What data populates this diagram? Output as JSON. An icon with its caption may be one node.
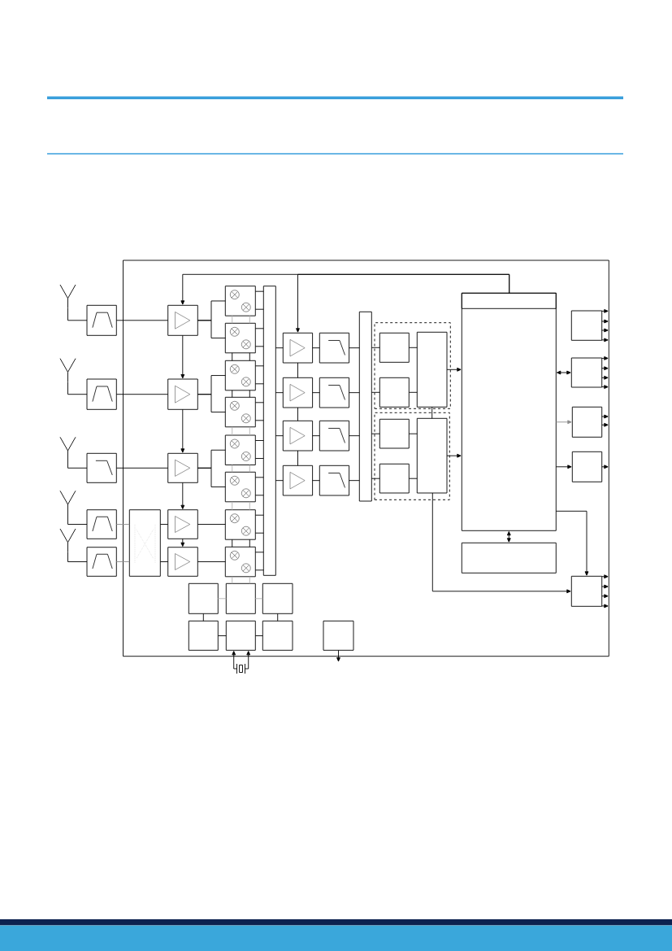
{
  "diagram": {
    "nodes": [
      {
        "text": [],
        "shape": "box"
      },
      {
        "text": [],
        "shape": "picture"
      },
      {
        "text": [],
        "shape": "picture"
      },
      {
        "text": [],
        "shape": "picture"
      },
      {
        "text": [],
        "shape": "picture"
      },
      {
        "text": [],
        "shape": "picture"
      },
      {
        "text": [],
        "shape": "box"
      },
      {
        "text": [],
        "shape": "box"
      },
      {
        "text": [],
        "shape": "box"
      },
      {
        "text": [],
        "shape": "box"
      },
      {
        "text": [],
        "shape": "box"
      },
      {
        "text": [],
        "shape": "box",
        "in": 0
      },
      {
        "text": [],
        "shape": "box",
        "in": 0
      },
      {
        "text": [],
        "shape": "box",
        "in": 0
      },
      {
        "text": [],
        "shape": "box",
        "in": 0
      },
      {
        "text": [],
        "shape": "box",
        "in": 0
      },
      {
        "text": [],
        "shape": "box",
        "in": 0
      },
      {
        "text": [],
        "shape": "box",
        "in": 0
      },
      {
        "text": [],
        "shape": "box",
        "in": 0
      },
      {
        "text": [],
        "shape": "box",
        "in": 0
      },
      {
        "text": [],
        "shape": "box",
        "in": 0
      },
      {
        "text": [],
        "shape": "box",
        "in": 0
      },
      {
        "text": [],
        "shape": "box",
        "in": 0
      },
      {
        "text": [],
        "shape": "box",
        "in": 0
      },
      {
        "text": [],
        "shape": "box",
        "in": 0
      },
      {
        "text": [],
        "shape": "bar",
        "in": 0
      },
      {
        "text": [],
        "shape": "box",
        "in": 0
      },
      {
        "text": [],
        "shape": "box",
        "in": 0
      },
      {
        "text": [],
        "shape": "box",
        "in": 0
      },
      {
        "text": [],
        "shape": "box",
        "in": 0
      },
      {
        "text": [],
        "shape": "box",
        "in": 0
      },
      {
        "text": [],
        "shape": "box",
        "in": 0
      },
      {
        "text": [],
        "shape": "box",
        "in": 0
      },
      {
        "text": [],
        "shape": "box",
        "in": 0
      },
      {
        "text": [],
        "shape": "bar",
        "in": 0
      },
      {
        "text": [],
        "shape": "box",
        "in": 0
      },
      {
        "text": [],
        "shape": "box",
        "in": 35
      },
      {
        "text": [],
        "shape": "box",
        "in": 35
      },
      {
        "text": [],
        "shape": "box",
        "in": 35
      },
      {
        "text": [],
        "shape": "box",
        "in": 0
      },
      {
        "text": [],
        "shape": "box",
        "in": 39
      },
      {
        "text": [],
        "shape": "box",
        "in": 39
      },
      {
        "text": [],
        "shape": "box",
        "in": 39
      },
      {
        "text": [],
        "shape": "box",
        "in": 0
      },
      {
        "text": [],
        "shape": "box",
        "in": 43
      },
      {
        "text": [],
        "shape": "box",
        "in": 0
      },
      {
        "text": [],
        "shape": "box",
        "in": 0
      },
      {
        "text": [],
        "shape": "box",
        "in": 0
      },
      {
        "text": [],
        "shape": "box",
        "in": 0
      },
      {
        "text": [],
        "shape": "box",
        "in": 0
      },
      {
        "text": [],
        "shape": "box",
        "in": 0
      },
      {
        "text": [],
        "shape": "box",
        "in": 0
      },
      {
        "text": [],
        "shape": "box",
        "in": 0
      },
      {
        "text": [],
        "shape": "box",
        "in": 0
      },
      {
        "text": [],
        "shape": "box",
        "in": 0
      },
      {
        "text": [],
        "shape": "box",
        "in": 0
      },
      {
        "text": [],
        "shape": "box",
        "in": 0
      },
      {
        "text": [],
        "shape": "box",
        "in": 0
      },
      {
        "text": [],
        "shape": "picture"
      }
    ],
    "edges": [
      {
        "from": 1,
        "to": 6,
        "arrow": "none"
      },
      {
        "from": 2,
        "to": 7,
        "arrow": "none"
      },
      {
        "from": 3,
        "to": 8,
        "arrow": "none"
      },
      {
        "from": 4,
        "to": 9,
        "arrow": "none"
      },
      {
        "from": 5,
        "to": 10,
        "arrow": "none"
      },
      {
        "from": 6,
        "to": 12,
        "arrow": "none"
      },
      {
        "from": 7,
        "to": 13,
        "arrow": "none"
      },
      {
        "from": 8,
        "to": 14,
        "arrow": "none"
      },
      {
        "from": 9,
        "to": 11,
        "arrow": "none",
        "color": "#8c8c8c"
      },
      {
        "from": 10,
        "to": 11,
        "arrow": "none",
        "color": "#8c8c8c"
      },
      {
        "from": 11,
        "to": 15,
        "arrow": "none"
      },
      {
        "from": 11,
        "to": 16,
        "arrow": "none"
      },
      {
        "from": 12,
        "to": 13,
        "arrow": "to"
      },
      {
        "from": 13,
        "to": 14,
        "arrow": "to"
      },
      {
        "from": 14,
        "to": 15,
        "arrow": "to"
      },
      {
        "from": 15,
        "to": 16,
        "arrow": "to"
      },
      {
        "from": 12,
        "to": 17,
        "arrow": "none"
      },
      {
        "from": 12,
        "to": 18,
        "arrow": "none"
      },
      {
        "from": 13,
        "to": 19,
        "arrow": "none"
      },
      {
        "from": 13,
        "to": 20,
        "arrow": "none"
      },
      {
        "from": 14,
        "to": 21,
        "arrow": "none"
      },
      {
        "from": 14,
        "to": 22,
        "arrow": "none"
      },
      {
        "from": 15,
        "to": 23,
        "arrow": "none"
      },
      {
        "from": 16,
        "to": 24,
        "arrow": "none"
      },
      {
        "from": 17,
        "to": 25,
        "arrow": "none"
      },
      {
        "from": 17,
        "to": 25,
        "arrow": "none"
      },
      {
        "from": 18,
        "to": 25,
        "arrow": "none"
      },
      {
        "from": 18,
        "to": 25,
        "arrow": "none"
      },
      {
        "from": 19,
        "to": 25,
        "arrow": "none"
      },
      {
        "from": 19,
        "to": 25,
        "arrow": "none"
      },
      {
        "from": 20,
        "to": 25,
        "arrow": "none"
      },
      {
        "from": 20,
        "to": 25,
        "arrow": "none"
      },
      {
        "from": 21,
        "to": 25,
        "arrow": "none"
      },
      {
        "from": 21,
        "to": 25,
        "arrow": "none"
      },
      {
        "from": 22,
        "to": 25,
        "arrow": "none"
      },
      {
        "from": 22,
        "to": 25,
        "arrow": "none"
      },
      {
        "from": 23,
        "to": 25,
        "arrow": "none"
      },
      {
        "from": 23,
        "to": 25,
        "arrow": "none"
      },
      {
        "from": 24,
        "to": 25,
        "arrow": "none"
      },
      {
        "from": 24,
        "to": 25,
        "arrow": "none"
      },
      {
        "from": 17,
        "to": 18,
        "arrow": "none",
        "color": "#b3b3b3"
      },
      {
        "from": 17,
        "to": 18,
        "arrow": "none",
        "color": "#b3b3b3"
      },
      {
        "from": 18,
        "to": 19,
        "arrow": "none"
      },
      {
        "from": 18,
        "to": 19,
        "arrow": "none"
      },
      {
        "from": 19,
        "to": 20,
        "arrow": "none"
      },
      {
        "from": 19,
        "to": 20,
        "arrow": "none"
      },
      {
        "from": 20,
        "to": 21,
        "arrow": "none",
        "color": "#b3b3b3"
      },
      {
        "from": 20,
        "to": 21,
        "arrow": "none",
        "color": "#b3b3b3"
      },
      {
        "from": 21,
        "to": 22,
        "arrow": "none",
        "color": "#b3b3b3"
      },
      {
        "from": 21,
        "to": 22,
        "arrow": "none",
        "color": "#b3b3b3"
      },
      {
        "from": 22,
        "to": 23,
        "arrow": "none",
        "color": "#b3b3b3"
      },
      {
        "from": 22,
        "to": 23,
        "arrow": "none",
        "color": "#b3b3b3"
      },
      {
        "from": 23,
        "to": 24,
        "arrow": "none"
      },
      {
        "from": 23,
        "to": 24,
        "arrow": "none"
      },
      {
        "from": 24,
        "to": 52,
        "arrow": "none",
        "color": "#b3b3b3"
      },
      {
        "from": 24,
        "to": 52,
        "arrow": "none",
        "color": "#b3b3b3"
      },
      {
        "from": 25,
        "to": 26,
        "arrow": "none"
      },
      {
        "from": 25,
        "to": 27,
        "arrow": "none"
      },
      {
        "from": 25,
        "to": 28,
        "arrow": "none"
      },
      {
        "from": 25,
        "to": 29,
        "arrow": "none"
      },
      {
        "from": 26,
        "to": 27,
        "arrow": "none"
      },
      {
        "from": 27,
        "to": 28,
        "arrow": "none"
      },
      {
        "from": 28,
        "to": 29,
        "arrow": "none"
      },
      {
        "from": 26,
        "to": 30,
        "arrow": "none"
      },
      {
        "from": 27,
        "to": 31,
        "arrow": "none"
      },
      {
        "from": 28,
        "to": 32,
        "arrow": "none"
      },
      {
        "from": 29,
        "to": 33,
        "arrow": "none"
      },
      {
        "from": 30,
        "to": 34,
        "arrow": "none"
      },
      {
        "from": 31,
        "to": 34,
        "arrow": "none"
      },
      {
        "from": 32,
        "to": 34,
        "arrow": "none"
      },
      {
        "from": 33,
        "to": 34,
        "arrow": "none"
      },
      {
        "from": 34,
        "to": 36,
        "arrow": "none"
      },
      {
        "from": 34,
        "to": 37,
        "arrow": "none"
      },
      {
        "from": 34,
        "to": 40,
        "arrow": "none"
      },
      {
        "from": 34,
        "to": 41,
        "arrow": "none"
      },
      {
        "from": 36,
        "to": 38,
        "arrow": "none"
      },
      {
        "from": 37,
        "to": 38,
        "arrow": "none"
      },
      {
        "from": 40,
        "to": 42,
        "arrow": "none"
      },
      {
        "from": 41,
        "to": 42,
        "arrow": "none"
      },
      {
        "from": 38,
        "to": 42,
        "arrow": "none"
      },
      {
        "from": 38,
        "to": 43,
        "arrow": "to"
      },
      {
        "from": 42,
        "to": 43,
        "arrow": "to"
      },
      {
        "from": 44,
        "to": 12,
        "arrow": "to"
      },
      {
        "from": 44,
        "to": 26,
        "arrow": "to"
      },
      {
        "from": 43,
        "to": 45,
        "arrow": "both"
      },
      {
        "from": 43,
        "to": 47,
        "arrow": "both"
      },
      {
        "from": 43,
        "to": 48,
        "arrow": "to",
        "color": "#8c8c8c"
      },
      {
        "from": 43,
        "to": 49,
        "arrow": "to"
      },
      {
        "from": 43,
        "to": 50,
        "arrow": "to"
      },
      {
        "from": 42,
        "to": 50,
        "arrow": "to"
      },
      {
        "from": 46,
        "to": null,
        "arrow": "to"
      },
      {
        "from": 46,
        "to": null,
        "arrow": "to"
      },
      {
        "from": 46,
        "to": null,
        "arrow": "to"
      },
      {
        "from": 46,
        "to": null,
        "arrow": "to"
      },
      {
        "from": 47,
        "to": null,
        "arrow": "to"
      },
      {
        "from": 47,
        "to": null,
        "arrow": "to"
      },
      {
        "from": 47,
        "to": null,
        "arrow": "to"
      },
      {
        "from": 47,
        "to": null,
        "arrow": "to"
      },
      {
        "from": 48,
        "to": null,
        "arrow": "to"
      },
      {
        "from": 48,
        "to": null,
        "arrow": "to"
      },
      {
        "from": 49,
        "to": null,
        "arrow": "to"
      },
      {
        "from": 50,
        "to": null,
        "arrow": "to"
      },
      {
        "from": 50,
        "to": null,
        "arrow": "to"
      },
      {
        "from": 50,
        "to": null,
        "arrow": "to"
      },
      {
        "from": 50,
        "to": null,
        "arrow": "to"
      },
      {
        "from": 51,
        "to": 52,
        "arrow": "none",
        "color": "#b3b3b3"
      },
      {
        "from": 52,
        "to": 53,
        "arrow": "none",
        "color": "#b3b3b3"
      },
      {
        "from": 51,
        "to": 54,
        "arrow": "none"
      },
      {
        "from": 53,
        "to": 56,
        "arrow": "none"
      },
      {
        "from": 54,
        "to": 55,
        "arrow": "none"
      },
      {
        "from": 55,
        "to": 56,
        "arrow": "none"
      },
      {
        "from": 57,
        "to": null,
        "arrow": "to"
      },
      {
        "from": 58,
        "to": 55,
        "arrow": "to"
      },
      {
        "from": 58,
        "to": 55,
        "arrow": "to"
      }
    ]
  }
}
